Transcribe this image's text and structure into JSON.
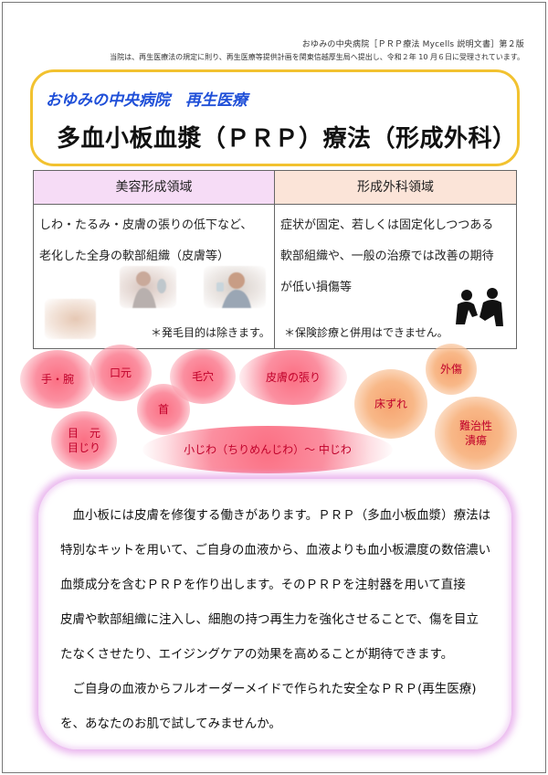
{
  "header": {
    "line1": "おゆみの中央病院［ＰＲＰ療法 Mycells 説明文書］第２版",
    "line2": "当院は、再生医療法の規定に則り、再生医療等提供計画を関東信越厚生局へ提出し、令和２年 10 月６日に受理されています。"
  },
  "title": {
    "org": "おゆみの中央病院　再生医療",
    "main": "多血小板血漿（ＰＲＰ）療法（形成外科）"
  },
  "table": {
    "left": {
      "heading": "美容形成領域",
      "lines": [
        "しわ・たるみ・皮膚の張りの低下など、",
        "老化した全身の軟部組織（皮膚等）"
      ],
      "note": "＊発毛目的は除きます。"
    },
    "right": {
      "heading": "形成外科領域",
      "lines": [
        "症状が固定、若しくは固定化しつつある",
        "軟部組織や、一般の治療では改善の期待",
        "が低い損傷等"
      ],
      "note": "＊保険診療と併用はできません。"
    }
  },
  "areas": {
    "hand": "手・腕",
    "mouth": "口元",
    "pores": "毛穴",
    "firmness": "皮膚の張り",
    "neck": "首",
    "eyes1": "目　元",
    "eyes2": "目じり",
    "wrinkles": "小じわ（ちりめんじわ）～ 中じわ",
    "bedsore": "床ずれ",
    "injury": "外傷",
    "ulcer1": "難治性",
    "ulcer2": "潰瘍"
  },
  "description": {
    "p1": [
      "　血小板には皮膚を修復する働きがあります。ＰＲＰ（多血小板血漿）療法は",
      "特別なキットを用いて、ご自身の血液から、血液よりも血小板濃度の数倍濃い",
      "血漿成分を含むＰＲＰを作り出します。そのＰＲＰを注射器を用いて直接",
      "皮膚や軟部組織に注入し、細胞の持つ再生力を強化させることで、傷を目立",
      "たなくさせたり、エイジングケアの効果を高めることが期待できます。"
    ],
    "p2": [
      "　ご自身の血液からフルオーダーメイドで作られた安全なＰＲＰ(再生医療)",
      "を、あなたのお肌で試してみませんか。"
    ]
  },
  "colors": {
    "title_border": "#f2c230",
    "org_text": "#1f4fd8",
    "blob_pink": "#fb7a8c",
    "blob_orange": "#f6a36f",
    "blob_text": "#c0002a",
    "desc_glow": "#e6aaeb"
  }
}
